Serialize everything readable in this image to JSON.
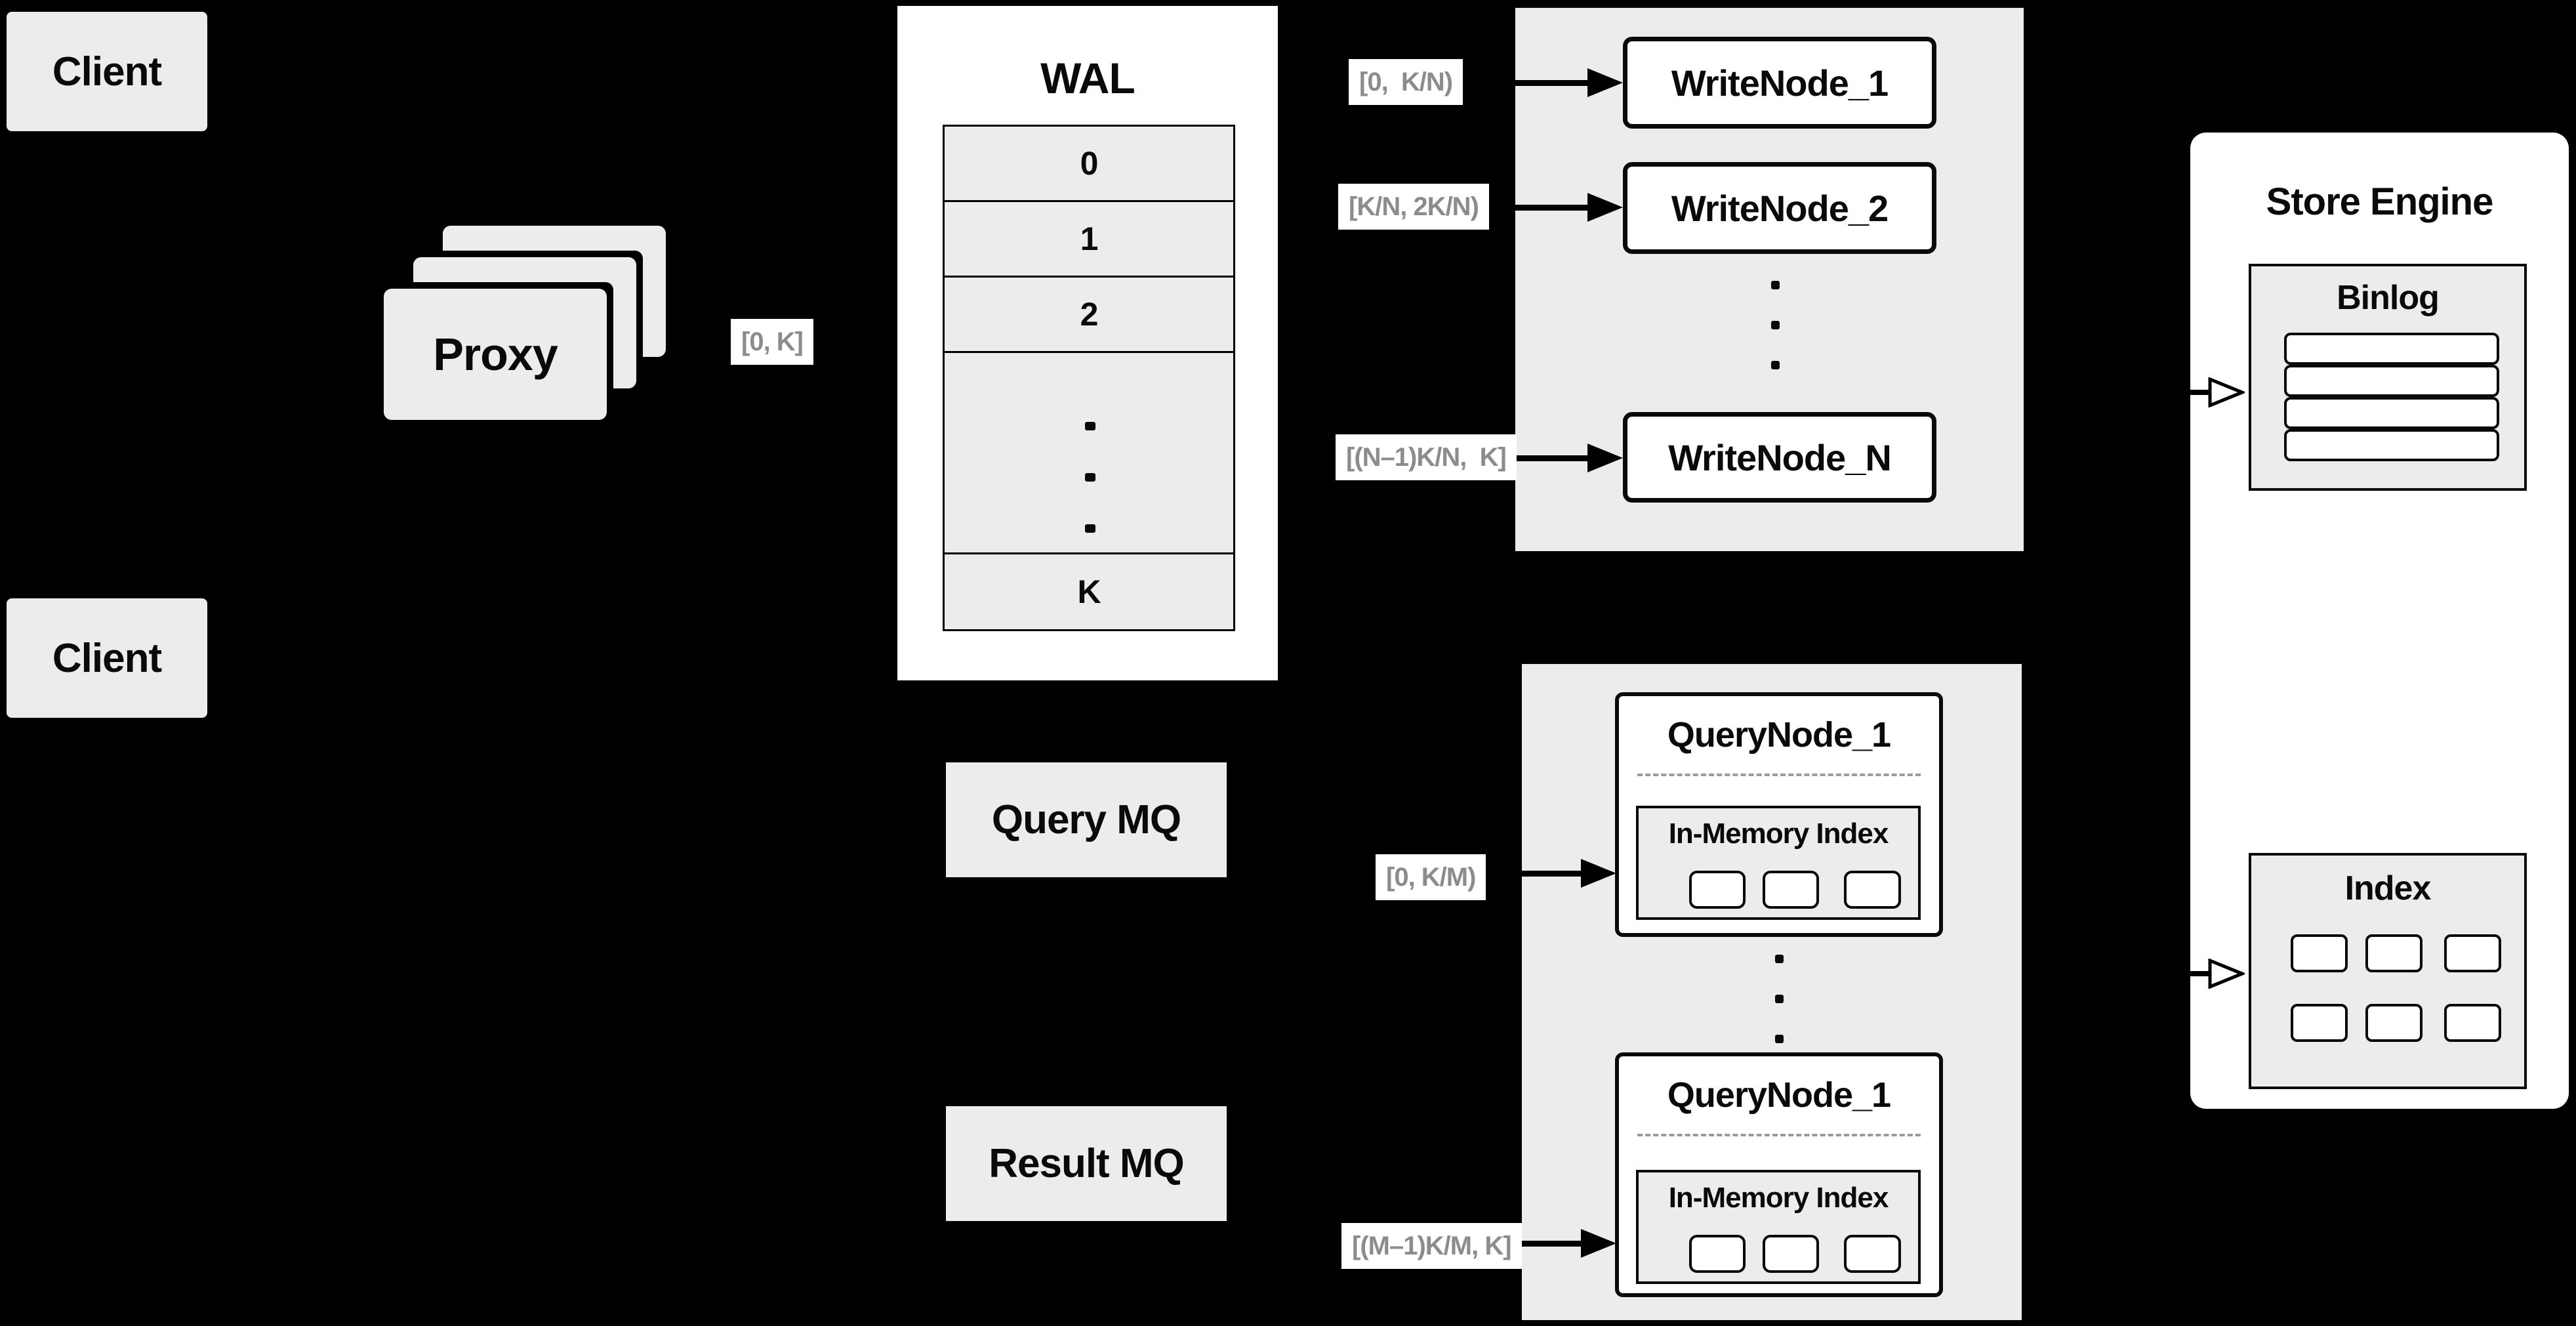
{
  "clients": {
    "top": "Client",
    "bottom": "Client"
  },
  "proxy": {
    "label": "Proxy",
    "range_label": "[0, K]"
  },
  "wal": {
    "title": "WAL",
    "rows": [
      "0",
      "1",
      "2",
      "K"
    ]
  },
  "write_nodes": {
    "labels": [
      "[0,  K/N)",
      "[K/N, 2K/N)",
      "[(N–1)K/N,  K]"
    ],
    "nodes": [
      "WriteNode_1",
      "WriteNode_2",
      "WriteNode_N"
    ]
  },
  "mq": {
    "query": "Query MQ",
    "result": "Result MQ"
  },
  "query_nodes": {
    "labels": [
      "[0, K/M)",
      "[(M–1)K/M, K]"
    ],
    "nodes": [
      {
        "title": "QueryNode_1",
        "inner_title": "In-Memory Index"
      },
      {
        "title": "QueryNode_1",
        "inner_title": "In-Memory Index"
      }
    ]
  },
  "store_engine": {
    "title": "Store Engine",
    "binlog_title": "Binlog",
    "index_title": "Index"
  },
  "colors": {
    "background": "#000000",
    "box_fill": "#ececec",
    "white": "#ffffff",
    "line": "#0a0a0a",
    "label_text": "#8c8c8c"
  }
}
